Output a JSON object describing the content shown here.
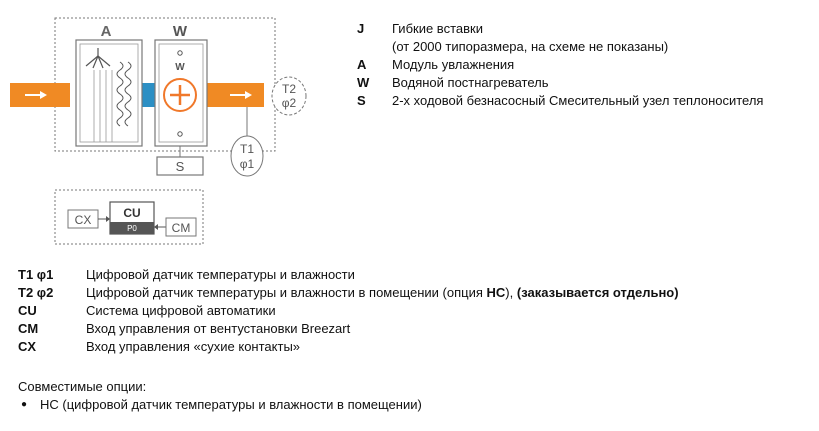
{
  "diagram": {
    "module_a_label": "A",
    "module_w_label": "W",
    "heater_inner_label": "W",
    "module_s_label": "S",
    "sensor_t2_line1": "T2",
    "sensor_t2_line2": "φ2",
    "sensor_t1_line1": "T1",
    "sensor_t1_line2": "φ1",
    "cu_label": "CU",
    "cu_sub_label": "P0",
    "cx_label": "CX",
    "cm_label": "CM",
    "colors": {
      "duct_orange": "#f08a24",
      "duct_blue": "#2c8fc4",
      "heater_orange": "#f0782a",
      "frame_grey": "#777777"
    }
  },
  "legend_top": [
    {
      "key": "J",
      "text": "Гибкие вставки"
    },
    {
      "key": "",
      "text": "(от 2000 типоразмера, на схеме не показаны)"
    },
    {
      "key": "A",
      "text": "Модуль увлажнения"
    },
    {
      "key": "W",
      "text": "Водяной постнагреватель"
    },
    {
      "key": "S",
      "text": "2-х ходовой безнасосный Смесительный узел теплоносителя"
    }
  ],
  "legend_bottom": [
    {
      "key": "T1 φ1",
      "text": "Цифровой датчик температуры и влажности"
    },
    {
      "key": "T2 φ2",
      "text_before": "Цифровой датчик температуры и влажности в помещении (опция ",
      "text_bold1": "НС",
      "text_mid": "), ",
      "text_bold2": "(заказывается отдельно)"
    },
    {
      "key": "CU",
      "text": "Система цифровой автоматики"
    },
    {
      "key": "CM",
      "text": "Вход управления от вентустановки Breezart"
    },
    {
      "key": "CX",
      "text": "Вход управления «сухие контакты»"
    }
  ],
  "compatible": {
    "title": "Совместимые опции:",
    "items": [
      "НС (цифровой датчик температуры и влажности в помещении)"
    ]
  }
}
